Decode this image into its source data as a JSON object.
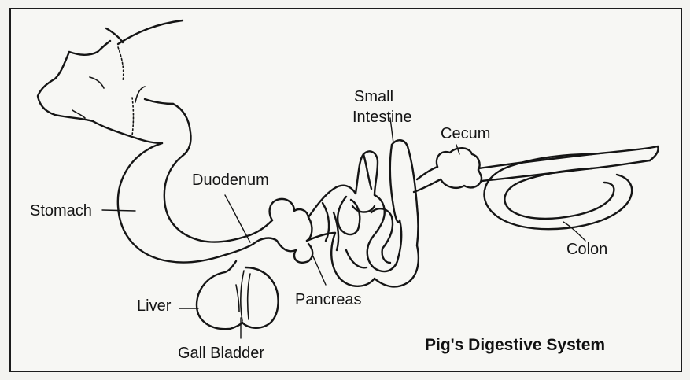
{
  "diagram": {
    "caption": "Pig's Digestive System",
    "labels": {
      "small_intestine_line1": "Small",
      "small_intestine_line2": "Intestine",
      "cecum": "Cecum",
      "duodenum": "Duodenum",
      "stomach": "Stomach",
      "colon": "Colon",
      "liver": "Liver",
      "pancreas": "Pancreas",
      "gall_bladder": "Gall Bladder"
    }
  }
}
